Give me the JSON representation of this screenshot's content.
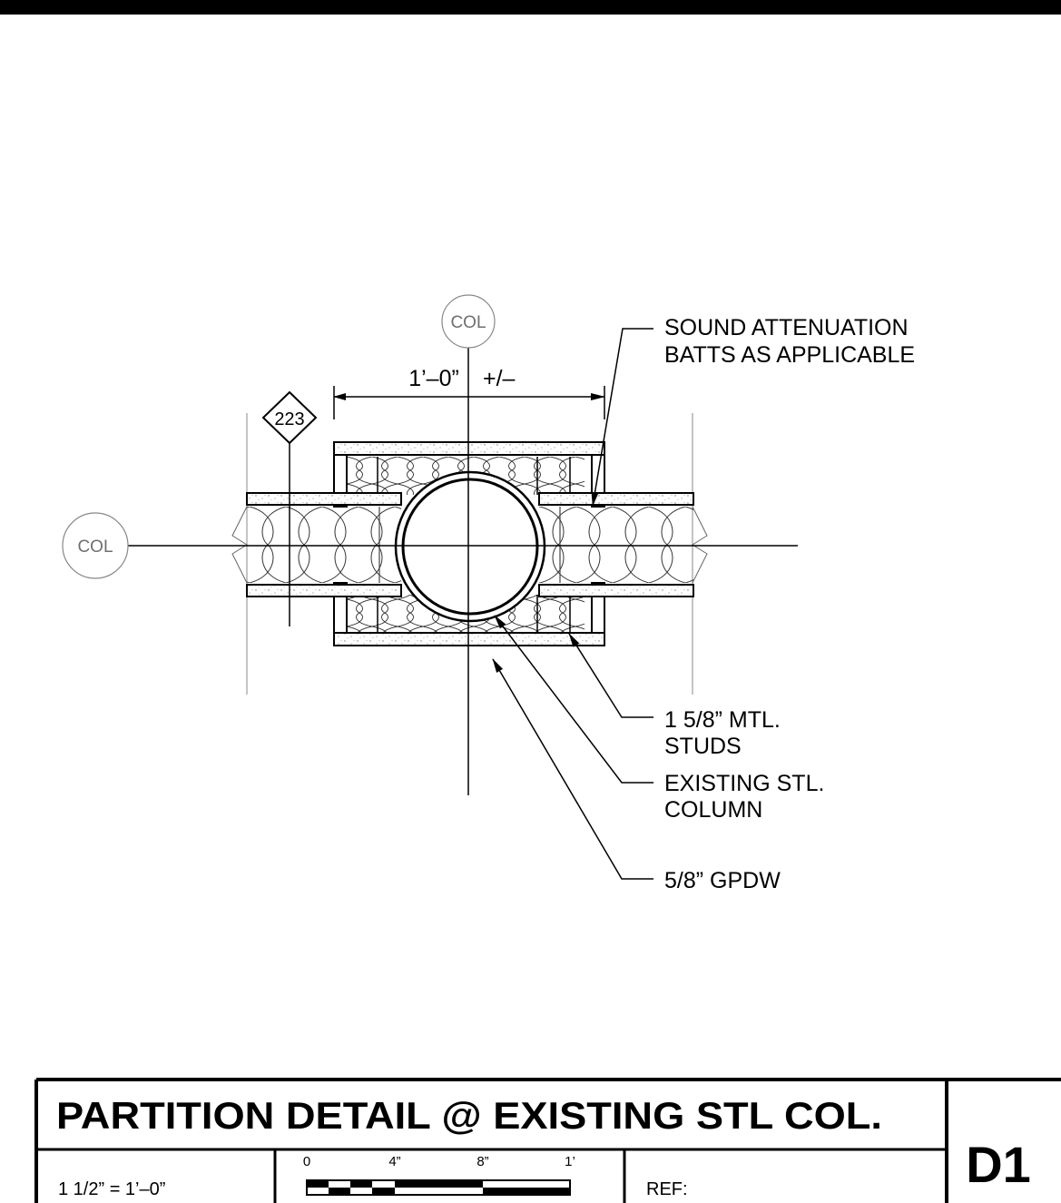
{
  "gridline_bubbles": {
    "vertical": "COL",
    "horizontal": "COL"
  },
  "dimension": {
    "text": "1’–0”",
    "tolerance": "+/–"
  },
  "partition_tag": "223",
  "callouts": {
    "batts_line1": "SOUND ATTENUATION",
    "batts_line2": "BATTS AS APPLICABLE",
    "studs_line1": "1 5/8” MTL.",
    "studs_line2": "STUDS",
    "column_line1": "EXISTING STL.",
    "column_line2": "COLUMN",
    "gypsum": "5/8” GPDW"
  },
  "title_block": {
    "title": "PARTITION DETAIL @ EXISTING STL COL.",
    "scale": "1 1/2” = 1’–0”",
    "scale_bar_labels": [
      "0",
      "4”",
      "8”",
      "1’"
    ],
    "ref_label": "REF:",
    "sheet_id": "D1"
  }
}
